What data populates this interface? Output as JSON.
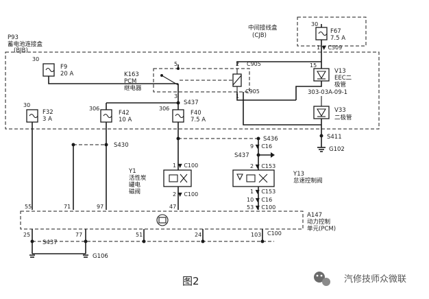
{
  "cjb": {
    "name": "中间接线盒",
    "code": "(CJB)"
  },
  "bjb": {
    "id": "P93",
    "name": "蓄电池连接盒",
    "code": "(BJB)"
  },
  "fuses": {
    "f9": {
      "pin": "30",
      "id": "F9",
      "rating": "20 A"
    },
    "f32": {
      "pin": "30",
      "id": "F32",
      "rating": "3 A"
    },
    "f42": {
      "pin": "306",
      "id": "F42",
      "rating": "10 A"
    },
    "f40": {
      "pin": "306",
      "id": "F40",
      "rating": "7.5 A"
    },
    "f67": {
      "pin": "30",
      "id": "F67",
      "rating": "7.5 A"
    }
  },
  "relay": {
    "id": "K163",
    "line1": "PCM",
    "line2": "继电器",
    "pin5": "5",
    "pin2": "2",
    "pin3": "3",
    "pin1": "1",
    "conn_top": "C905",
    "conn_bottom": "C905"
  },
  "diodes": {
    "v13": {
      "pin": "15",
      "id": "V13",
      "line1": "EEC二",
      "line2": "极管"
    },
    "v33": {
      "id": "V33",
      "line1": "二极管",
      "ref": "303-03A-09-1"
    }
  },
  "connectors": {
    "c509": "1 ▼ C509",
    "c16_top": "9 ▼ C16",
    "c153_top": "2 ▼ C153",
    "c153_bot": "1 ▼ C153",
    "c16_bot": "10 ▼ C16",
    "c100_y13": "53 ▼ C100",
    "c100_y1_top": "1 ▼ C100",
    "c100_y1_bot": "2 ▼ C100",
    "c100_pcm": "C100"
  },
  "splices": {
    "s437_top": "S437",
    "s430": "S430",
    "s436": "S436",
    "s437_mid": "S437",
    "s411": "S411",
    "s437_bot": "S437"
  },
  "grounds": {
    "g102": "G102",
    "g106": "G106"
  },
  "y1": {
    "id": "Y1",
    "line1": "活性炭",
    "line2": "罐电",
    "line3": "磁阀"
  },
  "y13": {
    "id": "Y13",
    "line1": "怠速控制阀"
  },
  "pcm": {
    "id": "A147",
    "line1": "动力控制",
    "line2": "单元(PCM)"
  },
  "pcm_pins": {
    "p55": "55",
    "p71": "71",
    "p97": "97",
    "p47": "47",
    "p25": "25",
    "p77": "77",
    "p51": "51",
    "p24": "24",
    "p103": "103"
  },
  "caption": "图2",
  "watermark": "汽修技师众微联",
  "colors": {
    "line": "#1a1a1a",
    "background": "#ffffff"
  }
}
